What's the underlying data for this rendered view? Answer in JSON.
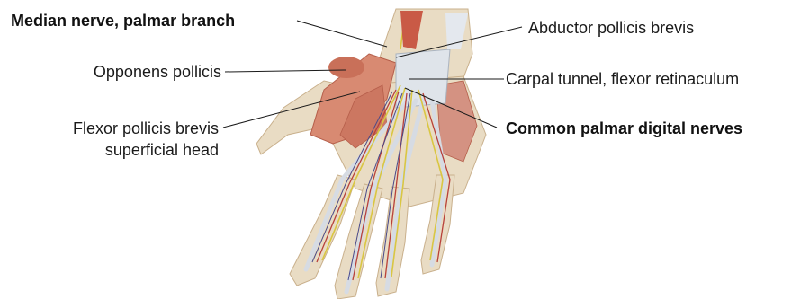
{
  "labels": {
    "median_palmar_branch": "Median nerve, palmar branch",
    "opponens_pollicis": "Opponens pollicis",
    "fpb_line1": "Flexor pollicis brevis",
    "fpb_line2": "superficial head",
    "abductor_pollicis_brevis": "Abductor pollicis brevis",
    "carpal_tunnel": "Carpal tunnel, flexor retinaculum",
    "common_palmar_digital_nerves": "Common palmar digital nerves"
  },
  "colors": {
    "skin": "#e9dcc4",
    "skin_shadow": "#d8c4a4",
    "muscle": "#d88a72",
    "muscle_dark": "#b55e4a",
    "tendon": "#e4e8ee",
    "retinaculum": "#dfe4ea",
    "nerve": "#d9c642",
    "artery": "#b8413a",
    "vein": "#4a4a8a",
    "leader": "#1a1a1a"
  }
}
